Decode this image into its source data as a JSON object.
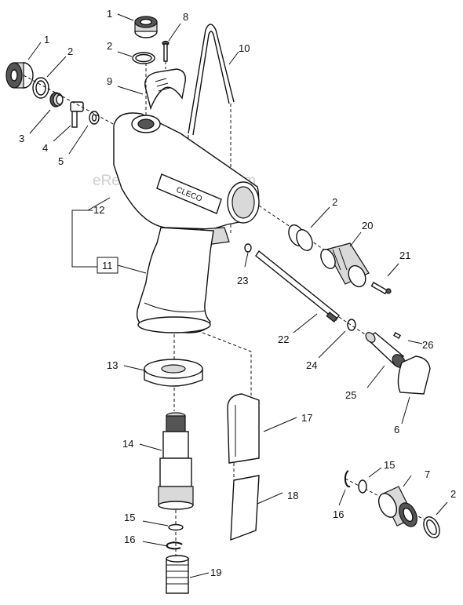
{
  "watermark": "eReplacementParts.com",
  "labels": {
    "l1a": "1",
    "l1b": "1",
    "l2a": "2",
    "l2b": "2",
    "l2c": "2",
    "l2d": "2",
    "l3": "3",
    "l4": "4",
    "l5": "5",
    "l6": "6",
    "l7": "7",
    "l8": "8",
    "l9": "9",
    "l10": "10",
    "l11": "11",
    "l12": "12",
    "l13": "13",
    "l14": "14",
    "l15a": "15",
    "l15b": "15",
    "l16a": "16",
    "l16b": "16",
    "l17": "17",
    "l18": "18",
    "l19": "19",
    "l20": "20",
    "l21": "21",
    "l22": "22",
    "l23": "23",
    "l24": "24",
    "l25": "25",
    "l26": "26"
  },
  "brand_text": "CLECO"
}
